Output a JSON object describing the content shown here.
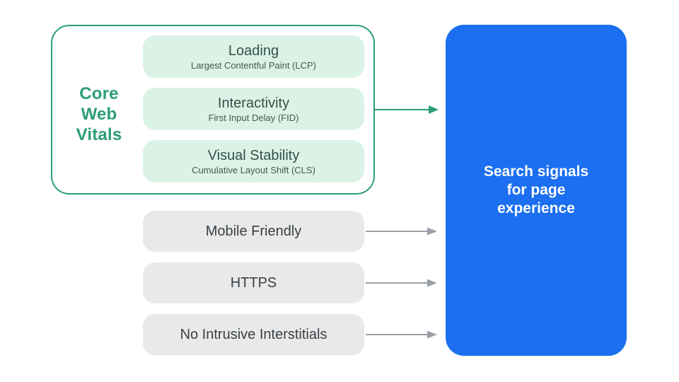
{
  "colors": {
    "background": "#ffffff",
    "green": "#2b9d77",
    "mint": "#dbf3e6",
    "mint_title_text": "#35514a",
    "mint_subtitle_text": "#43584f",
    "gray_fill": "#e8e9ea",
    "gray_text": "#3c4043",
    "arrow_gray": "#9aa0a6",
    "blue": "#1b6ff0",
    "result_text": "#ffffff"
  },
  "core_web_vitals": {
    "label_lines": [
      "Core",
      "Web",
      "Vitals"
    ],
    "metrics": [
      {
        "title": "Loading",
        "subtitle": "Largest Contentful Paint (LCP)"
      },
      {
        "title": "Interactivity",
        "subtitle": "First Input Delay (FID)"
      },
      {
        "title": "Visual Stability",
        "subtitle": "Cumulative Layout Shift (CLS)"
      }
    ]
  },
  "other_signals": [
    {
      "label": "Mobile Friendly"
    },
    {
      "label": "HTTPS"
    },
    {
      "label": "No Intrusive Interstitials"
    }
  ],
  "result_box": {
    "label_lines": [
      "Search signals",
      "for page",
      "experience"
    ]
  }
}
